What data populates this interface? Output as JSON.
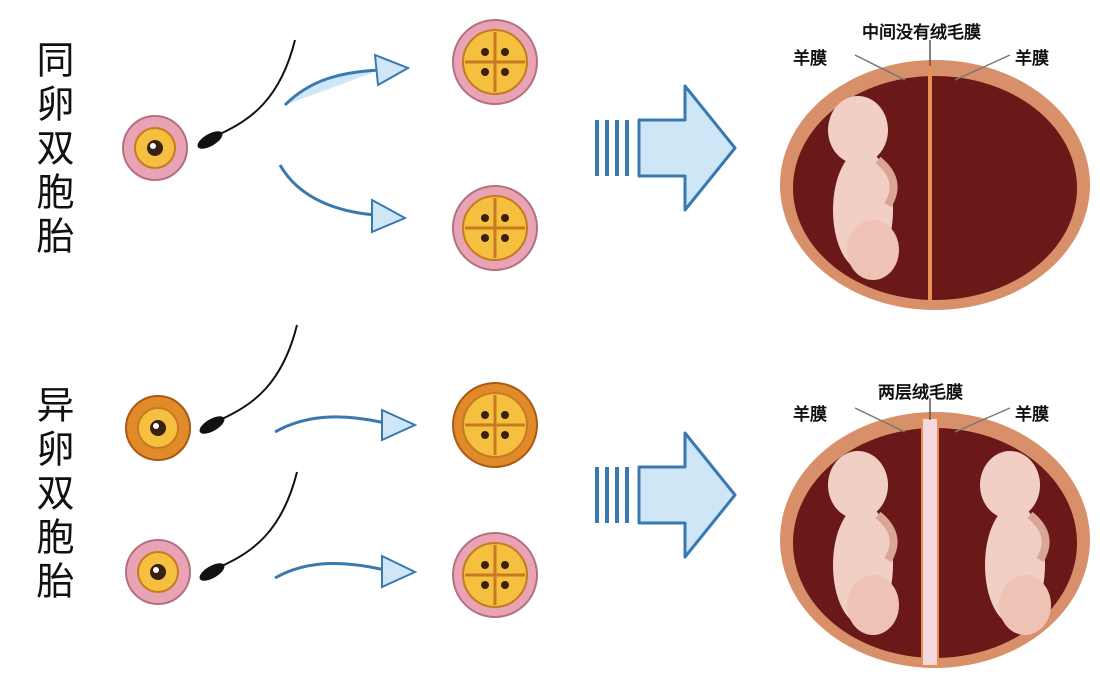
{
  "identical": {
    "title": "同卵双胞胎",
    "center_label": "中间没有绒毛膜",
    "left_label": "羊膜",
    "right_label": "羊膜"
  },
  "fraternal": {
    "title": "异卵双胞胎",
    "center_label": "两层绒毛膜",
    "left_label": "羊膜",
    "right_label": "羊膜"
  },
  "colors": {
    "egg_pink": "#e8a4b4",
    "egg_orange": "#e08a2a",
    "yolk": "#f5c040",
    "arrow_fill": "#cfe6f7",
    "arrow_stroke": "#3a78b0",
    "uterus": "#6a1818",
    "uterus_rim": "#d8906a"
  }
}
